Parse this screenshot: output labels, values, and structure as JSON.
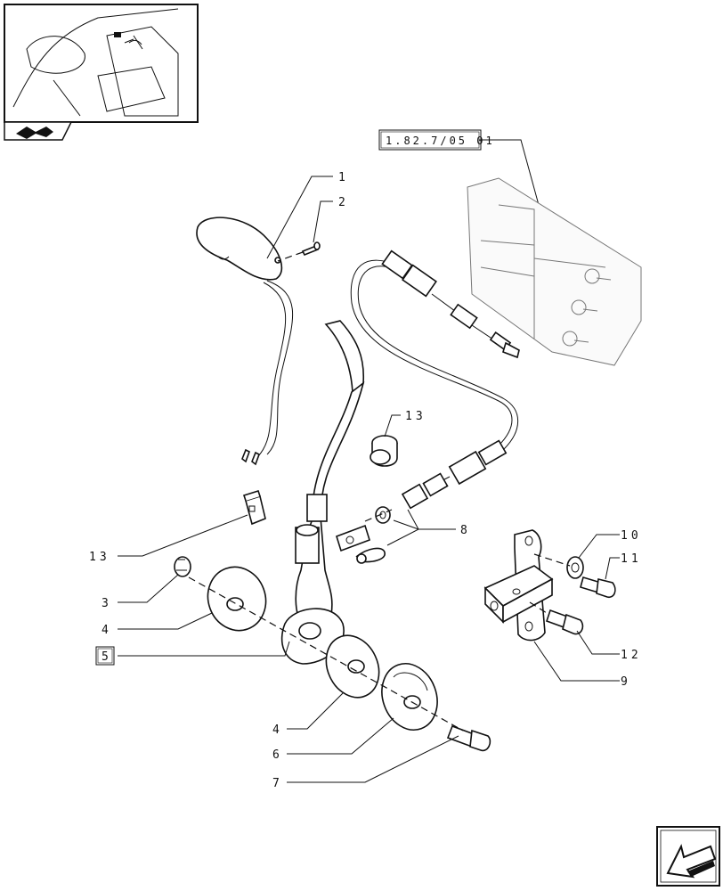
{
  "reference_box": {
    "label": "1.82.7/05 01"
  },
  "callouts": {
    "c1": "1",
    "c2": "2",
    "c3": "3",
    "c4a": "4",
    "c4b": "4",
    "c5": "5",
    "c6": "6",
    "c7": "7",
    "c8": "8",
    "c9": "9",
    "c10": "10",
    "c11": "11",
    "c12": "12",
    "c13a": "13",
    "c13b": "13"
  },
  "icons": {
    "thumbnail": "tractor-cab-thumbnail",
    "thumbnail_tab": "book-arrow-icon",
    "next_page": "next-page-arrow-icon"
  },
  "colors": {
    "line": "#111111",
    "background": "#ffffff"
  }
}
